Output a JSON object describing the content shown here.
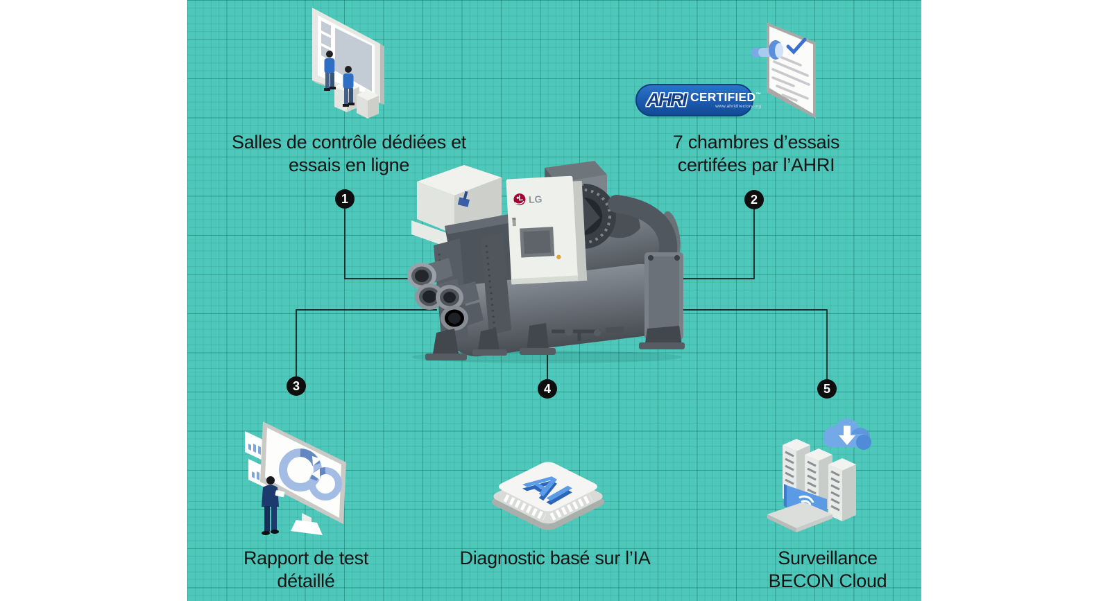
{
  "palette": {
    "teal_background": "#4ec8ba",
    "grid_line": "#2f9а8c",
    "text": "#141414",
    "badge_black": "#0e0e0e",
    "connector_black": "#1a1a1a",
    "ahri_blue": "#1a5aae",
    "lg_red": "#a50034",
    "illustration_blue": "#4e92e2",
    "suit_navy": "#1d3a6e",
    "machine_gray": "#5b6268"
  },
  "callouts": [
    {
      "number": "1",
      "lines": [
        "Salles de contrôle dédiées et",
        "essais en ligne"
      ]
    },
    {
      "number": "2",
      "lines": [
        "7 chambres d’essais",
        "certifées par l’AHRI"
      ]
    },
    {
      "number": "3",
      "lines": [
        "Rapport de test",
        "détaillé"
      ]
    },
    {
      "number": "4",
      "lines": [
        "Diagnostic basé sur l’IA"
      ]
    },
    {
      "number": "5",
      "lines": [
        "Surveillance",
        "BECON Cloud"
      ]
    }
  ],
  "ahri": {
    "logo": "AHRI",
    "certified": "CERTIFIED",
    "tm": "™",
    "url": "www.ahridirectory.org"
  },
  "machine": {
    "brand_logo": "LG"
  },
  "ai_chip": {
    "label": "AI"
  }
}
